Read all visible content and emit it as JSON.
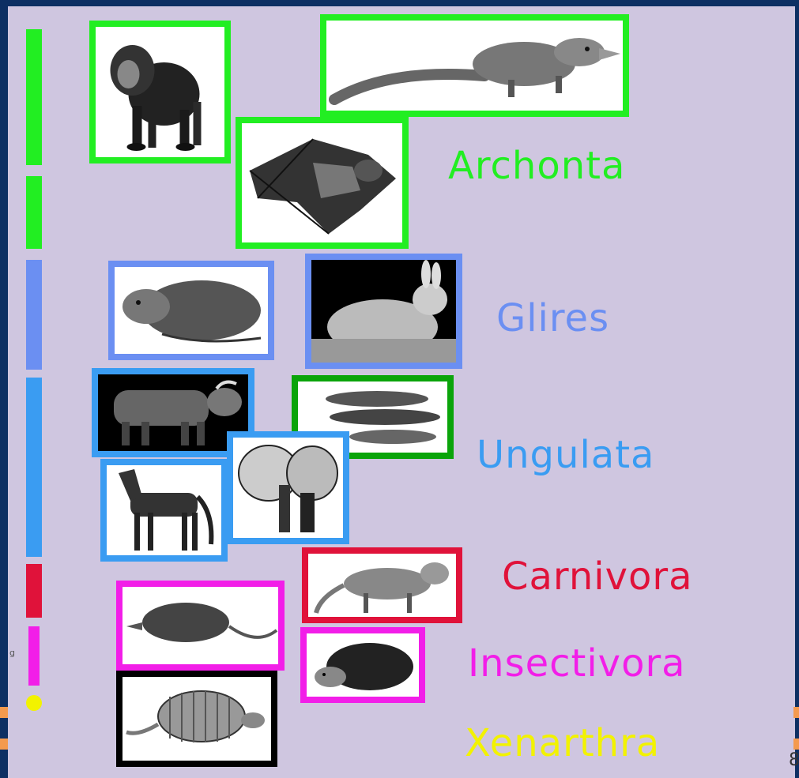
{
  "groups": [
    {
      "label": "Archonta",
      "color": "#22ee22"
    },
    {
      "label": "Glires",
      "color": "#6b8ff2"
    },
    {
      "label": "Ungulata",
      "color": "#3a9cf2"
    },
    {
      "label": "Carnivora",
      "color": "#e0123a"
    },
    {
      "label": "Insectivora",
      "color": "#f21ee8"
    },
    {
      "label": "Xenarthra",
      "color": "#f2f200"
    }
  ],
  "frame_colors": {
    "archonta": "#22ee22",
    "glires": "#6b8ff2",
    "ungulata": "#3a9cf2",
    "dolphin": "#0aa40a",
    "carnivora": "#e0123a",
    "insectivora": "#f21ee8",
    "xenarthra": "#000000"
  },
  "panel_color": "#cfc6e0",
  "background_color": "#0d2f63",
  "animals": [
    {
      "name": "mandrill",
      "group": "Archonta"
    },
    {
      "name": "tree shrew",
      "group": "Archonta"
    },
    {
      "name": "bat",
      "group": "Archonta"
    },
    {
      "name": "rat",
      "group": "Glires"
    },
    {
      "name": "rabbit",
      "group": "Glires"
    },
    {
      "name": "bull",
      "group": "Ungulata"
    },
    {
      "name": "dolphins",
      "group": "Ungulata"
    },
    {
      "name": "horse",
      "group": "Ungulata"
    },
    {
      "name": "elephant",
      "group": "Ungulata"
    },
    {
      "name": "cat",
      "group": "Carnivora"
    },
    {
      "name": "shrew",
      "group": "Insectivora"
    },
    {
      "name": "hedgehog",
      "group": "Insectivora"
    },
    {
      "name": "armadillo",
      "group": "Xenarthra"
    }
  ],
  "edge_marks": {
    "left_fragment": "g",
    "right_fragment": "8"
  }
}
